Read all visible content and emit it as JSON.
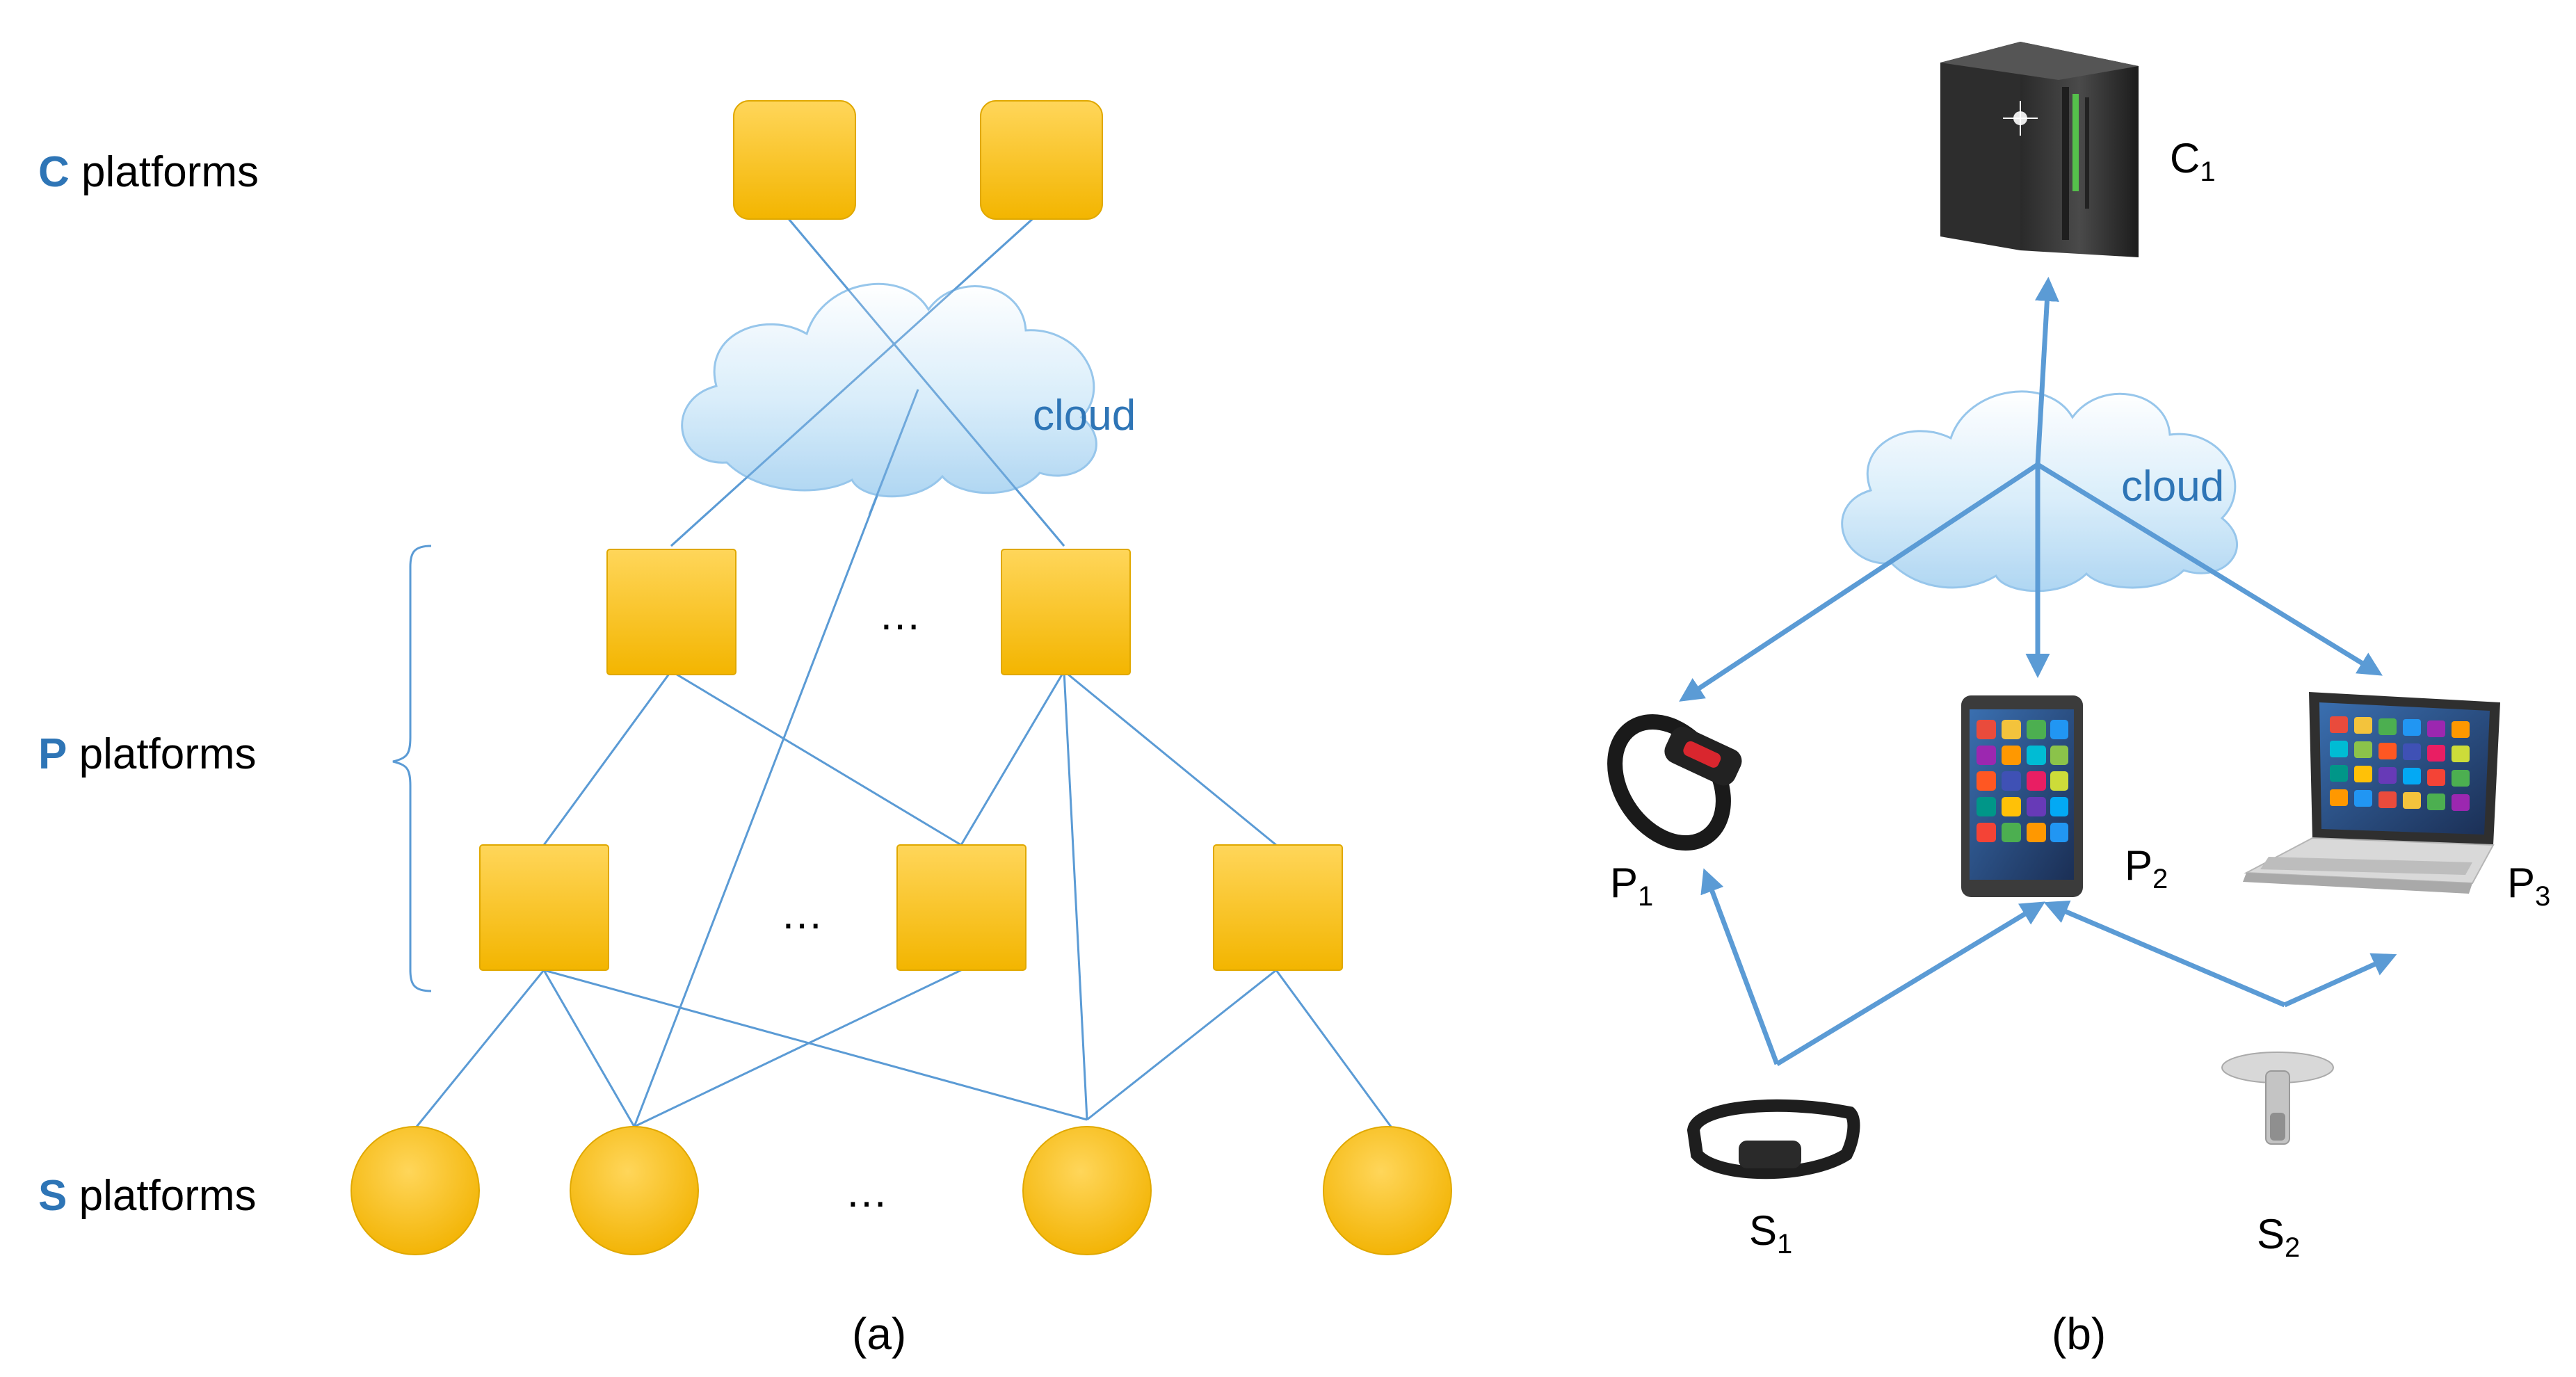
{
  "panel_a": {
    "caption": "(a)",
    "tiers": {
      "c": {
        "letter": "C",
        "word": " platforms"
      },
      "p": {
        "letter": "P",
        "word": " platforms"
      },
      "s": {
        "letter": "S",
        "word": " platforms"
      }
    },
    "cloud_label": "cloud",
    "ellipsis": "…"
  },
  "panel_b": {
    "caption": "(b)",
    "cloud_label": "cloud",
    "labels": {
      "c1": {
        "base": "C",
        "sub": "1"
      },
      "p1": {
        "base": "P",
        "sub": "1"
      },
      "p2": {
        "base": "P",
        "sub": "2"
      },
      "p3": {
        "base": "P",
        "sub": "3"
      },
      "s1": {
        "base": "S",
        "sub": "1"
      },
      "s2": {
        "base": "S",
        "sub": "2"
      }
    },
    "devices": [
      "server-icon",
      "smart-band-icon",
      "tablet-icon",
      "laptop-icon",
      "chest-strap-sensor-icon",
      "probe-sensor-icon"
    ]
  },
  "colors": {
    "node_fill_top": "#FFD24A",
    "node_fill_bottom": "#F2B400",
    "node_stroke": "#E0A800",
    "edge": "#5B9BD5",
    "accent_letter": "#2E75B6",
    "cloud_label": "#2E75B6"
  }
}
